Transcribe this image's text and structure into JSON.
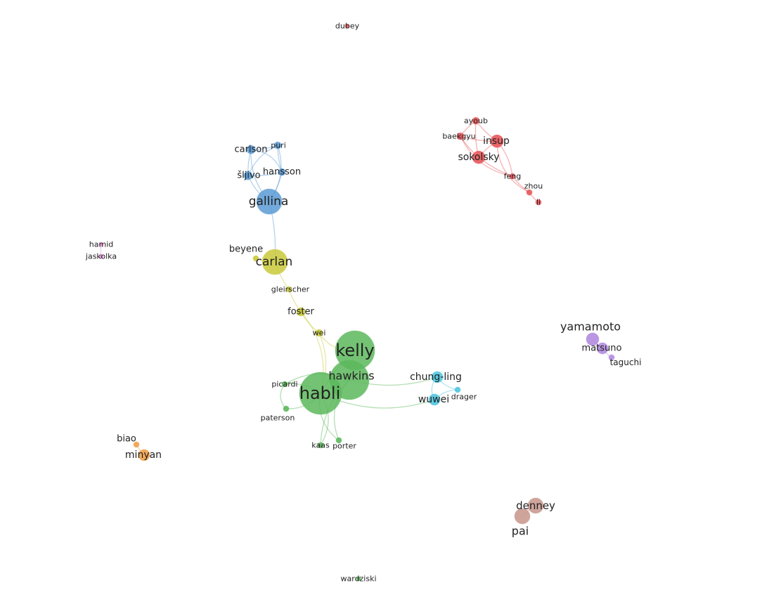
{
  "clusters": [
    {
      "id": "green",
      "color": "#5cb85c"
    },
    {
      "id": "blue",
      "color": "#5b9bd5"
    },
    {
      "id": "yellow",
      "color": "#c9c93a"
    },
    {
      "id": "red",
      "color": "#e8575a"
    },
    {
      "id": "cyan",
      "color": "#4fc6df"
    },
    {
      "id": "purple",
      "color": "#b38be0"
    },
    {
      "id": "orange",
      "color": "#f0a04b"
    },
    {
      "id": "brown",
      "color": "#c99a90"
    },
    {
      "id": "pink",
      "color": "#e78fd6"
    }
  ],
  "nodes": [
    {
      "id": "dubey",
      "label": "dubey",
      "cluster": "red"
    },
    {
      "id": "ayoub",
      "label": "ayoub",
      "cluster": "red"
    },
    {
      "id": "baekgyu",
      "label": "baekgyu",
      "cluster": "red"
    },
    {
      "id": "insup",
      "label": "insup",
      "cluster": "red"
    },
    {
      "id": "sokolsky",
      "label": "sokolsky",
      "cluster": "red"
    },
    {
      "id": "feng",
      "label": "feng",
      "cluster": "red"
    },
    {
      "id": "zhou",
      "label": "zhou",
      "cluster": "red"
    },
    {
      "id": "li",
      "label": "li",
      "cluster": "red"
    },
    {
      "id": "carlson",
      "label": "carlson",
      "cluster": "blue"
    },
    {
      "id": "puri",
      "label": "puri",
      "cluster": "blue"
    },
    {
      "id": "sljivo",
      "label": "šljivo",
      "cluster": "blue"
    },
    {
      "id": "hansson",
      "label": "hansson",
      "cluster": "blue"
    },
    {
      "id": "gallina",
      "label": "gallina",
      "cluster": "blue"
    },
    {
      "id": "hamid",
      "label": "hamid",
      "cluster": "pink"
    },
    {
      "id": "jaskolka",
      "label": "jaskolka",
      "cluster": "pink"
    },
    {
      "id": "beyene",
      "label": "beyene",
      "cluster": "yellow"
    },
    {
      "id": "carlan",
      "label": "carlan",
      "cluster": "yellow"
    },
    {
      "id": "gleirscher",
      "label": "gleirscher",
      "cluster": "yellow"
    },
    {
      "id": "foster",
      "label": "foster",
      "cluster": "yellow"
    },
    {
      "id": "wei",
      "label": "wei",
      "cluster": "yellow"
    },
    {
      "id": "kelly",
      "label": "kelly",
      "cluster": "green"
    },
    {
      "id": "hawkins",
      "label": "hawkins",
      "cluster": "green"
    },
    {
      "id": "habli",
      "label": "habli",
      "cluster": "green"
    },
    {
      "id": "picardi",
      "label": "picardi",
      "cluster": "green"
    },
    {
      "id": "paterson",
      "label": "paterson",
      "cluster": "green"
    },
    {
      "id": "kaas",
      "label": "kaas",
      "cluster": "green"
    },
    {
      "id": "porter",
      "label": "porter",
      "cluster": "green"
    },
    {
      "id": "wardziski",
      "label": "wardziski",
      "cluster": "green"
    },
    {
      "id": "chung-ling",
      "label": "chung-ling",
      "cluster": "cyan"
    },
    {
      "id": "wuwei",
      "label": "wuwei",
      "cluster": "cyan"
    },
    {
      "id": "drager",
      "label": "drager",
      "cluster": "cyan"
    },
    {
      "id": "yamamoto",
      "label": "yamamoto",
      "cluster": "purple"
    },
    {
      "id": "matsuno",
      "label": "matsuno",
      "cluster": "purple"
    },
    {
      "id": "taguchi",
      "label": "taguchi",
      "cluster": "purple"
    },
    {
      "id": "biao",
      "label": "biao",
      "cluster": "orange"
    },
    {
      "id": "minyan",
      "label": "minyan",
      "cluster": "orange"
    },
    {
      "id": "denney",
      "label": "denney",
      "cluster": "brown"
    },
    {
      "id": "pai",
      "label": "pai",
      "cluster": "brown"
    }
  ],
  "links": [
    [
      "ayoub",
      "baekgyu"
    ],
    [
      "ayoub",
      "insup"
    ],
    [
      "ayoub",
      "sokolsky"
    ],
    [
      "baekgyu",
      "insup"
    ],
    [
      "baekgyu",
      "sokolsky"
    ],
    [
      "insup",
      "sokolsky"
    ],
    [
      "baekgyu",
      "feng"
    ],
    [
      "insup",
      "feng"
    ],
    [
      "sokolsky",
      "feng"
    ],
    [
      "feng",
      "zhou"
    ],
    [
      "insup",
      "zhou"
    ],
    [
      "zhou",
      "li"
    ],
    [
      "carlson",
      "puri"
    ],
    [
      "carlson",
      "sljivo"
    ],
    [
      "carlson",
      "hansson"
    ],
    [
      "carlson",
      "gallina"
    ],
    [
      "puri",
      "sljivo"
    ],
    [
      "puri",
      "hansson"
    ],
    [
      "puri",
      "gallina"
    ],
    [
      "sljivo",
      "hansson"
    ],
    [
      "sljivo",
      "gallina"
    ],
    [
      "hansson",
      "gallina"
    ],
    [
      "gallina",
      "carlan"
    ],
    [
      "beyene",
      "carlan"
    ],
    [
      "carlan",
      "gleirscher"
    ],
    [
      "gleirscher",
      "foster"
    ],
    [
      "foster",
      "wei"
    ],
    [
      "foster",
      "habli"
    ],
    [
      "wei",
      "kelly"
    ],
    [
      "wei",
      "habli"
    ],
    [
      "kelly",
      "hawkins"
    ],
    [
      "kelly",
      "habli"
    ],
    [
      "hawkins",
      "habli"
    ],
    [
      "habli",
      "picardi"
    ],
    [
      "habli",
      "paterson"
    ],
    [
      "habli",
      "kaas"
    ],
    [
      "habli",
      "porter"
    ],
    [
      "hawkins",
      "picardi"
    ],
    [
      "hawkins",
      "porter"
    ],
    [
      "hawkins",
      "kaas"
    ],
    [
      "picardi",
      "paterson"
    ],
    [
      "hawkins",
      "chung-ling"
    ],
    [
      "habli",
      "wuwei"
    ],
    [
      "chung-ling",
      "wuwei"
    ],
    [
      "chung-ling",
      "drager"
    ],
    [
      "wuwei",
      "drager"
    ],
    [
      "yamamoto",
      "matsuno"
    ],
    [
      "matsuno",
      "taguchi"
    ],
    [
      "biao",
      "minyan"
    ],
    [
      "denney",
      "pai"
    ],
    [
      "hamid",
      "jaskolka"
    ]
  ]
}
